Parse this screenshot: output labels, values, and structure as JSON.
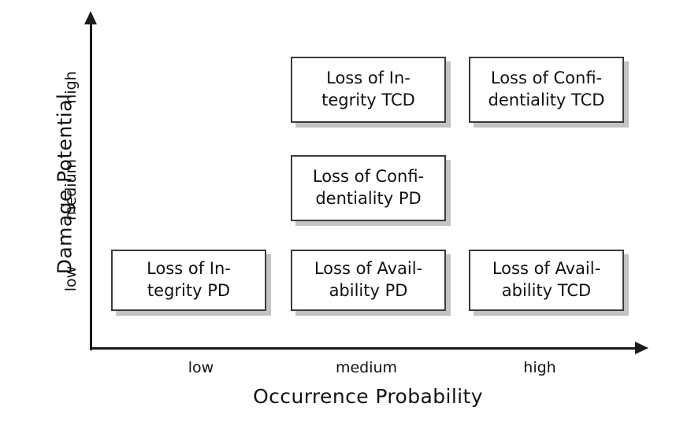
{
  "chart_data": {
    "type": "table",
    "title": "",
    "xlabel": "Occurrence Probability",
    "ylabel": "Damage Potential",
    "x_categories": [
      "low",
      "medium",
      "high"
    ],
    "y_categories": [
      "low",
      "medium",
      "high"
    ],
    "grid": false,
    "legend": "none",
    "cells": [
      {
        "x": "medium",
        "y": "high",
        "line1": "Loss of In-",
        "line2": "tegrity TCD",
        "text": "Loss of Integrity TCD"
      },
      {
        "x": "high",
        "y": "high",
        "line1": "Loss of Confi-",
        "line2": "dentiality TCD",
        "text": "Loss of Confidentiality TCD"
      },
      {
        "x": "medium",
        "y": "medium",
        "line1": "Loss of Confi-",
        "line2": "dentiality PD",
        "text": "Loss of Confidentiality PD"
      },
      {
        "x": "low",
        "y": "low",
        "line1": "Loss of In-",
        "line2": "tegrity PD",
        "text": "Loss of Integrity PD"
      },
      {
        "x": "medium",
        "y": "low",
        "line1": "Loss of Avail-",
        "line2": "ability PD",
        "text": "Loss of Availability PD"
      },
      {
        "x": "high",
        "y": "low",
        "line1": "Loss of Avail-",
        "line2": "ability TCD",
        "text": "Loss of Availability TCD"
      }
    ]
  },
  "axes": {
    "y": {
      "title": "Damage Potential",
      "ticks": {
        "high": "high",
        "medium": "medium",
        "low": "low"
      }
    },
    "x": {
      "title": "Occurrence Probability",
      "ticks": {
        "low": "low",
        "medium": "medium",
        "high": "high"
      }
    }
  },
  "colors": {
    "axis": "#1c1c1c",
    "box_border": "#3b3b3b",
    "box_fill": "#ffffff",
    "box_shadow": "#c3c3c3",
    "text": "#111111",
    "background": "#ffffff"
  }
}
